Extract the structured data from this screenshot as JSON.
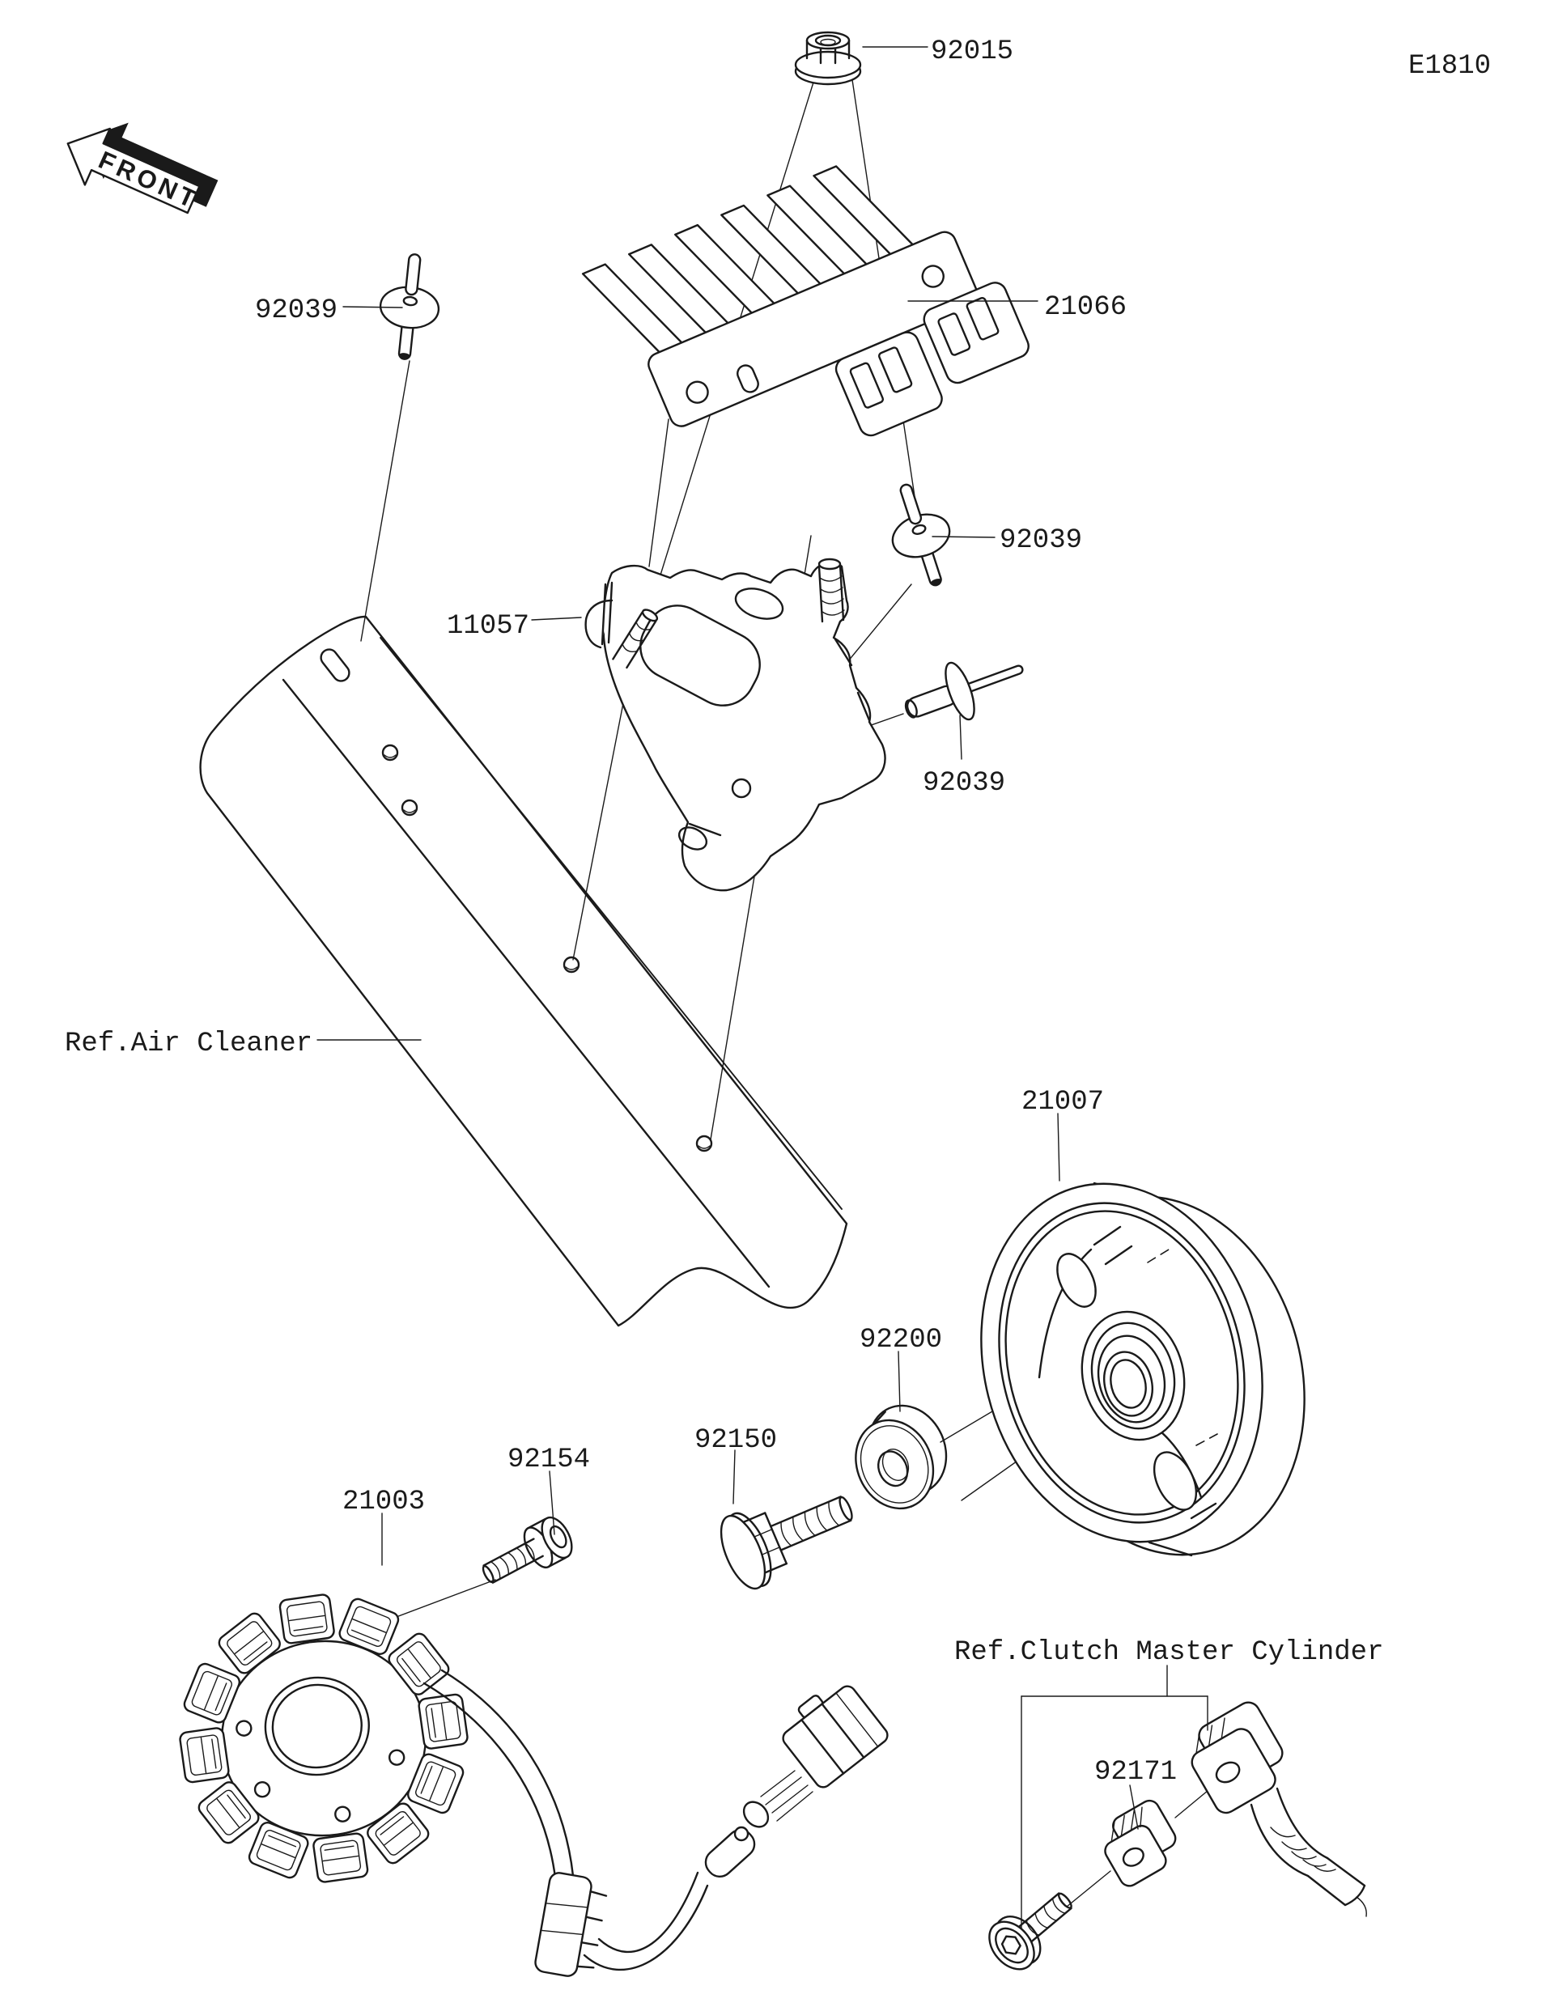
{
  "page": {
    "code": "E1810",
    "front_marker": "FRONT",
    "background_color": "#ffffff",
    "line_color": "#1a1a1a"
  },
  "part_labels": [
    {
      "text": "92015"
    },
    {
      "text": "21066"
    },
    {
      "text": "92039"
    },
    {
      "text": "92039"
    },
    {
      "text": "92039"
    },
    {
      "text": "11057"
    },
    {
      "text": "21007"
    },
    {
      "text": "92200"
    },
    {
      "text": "92150"
    },
    {
      "text": "92154"
    },
    {
      "text": "21003"
    },
    {
      "text": "92171"
    }
  ],
  "ref_labels": [
    {
      "text": "Ref.Air Cleaner"
    },
    {
      "text": "Ref.Clutch Master Cylinder"
    }
  ]
}
